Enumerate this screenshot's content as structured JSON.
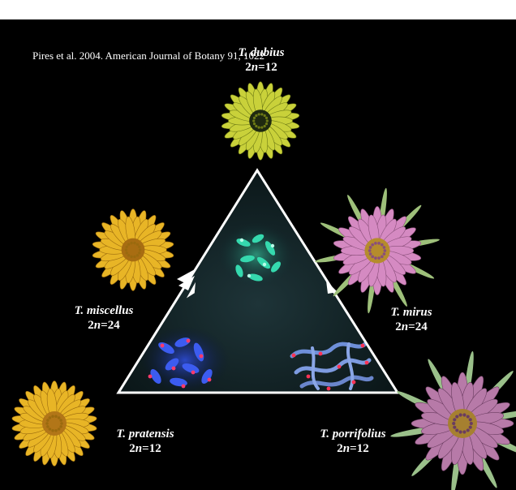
{
  "citation": "Pires et al. 2004. American Journal of Botany 91, 1022",
  "species": [
    {
      "name": "T. dubius",
      "ploidy_prefix": "2",
      "ploidy_var": "n",
      "ploidy_value": "=12"
    },
    {
      "name": "T. miscellus",
      "ploidy_prefix": "2",
      "ploidy_var": "n",
      "ploidy_value": "=24"
    },
    {
      "name": "T. mirus",
      "ploidy_prefix": "2",
      "ploidy_var": "n",
      "ploidy_value": "=24"
    },
    {
      "name": "T. pratensis",
      "ploidy_prefix": "2",
      "ploidy_var": "n",
      "ploidy_value": "=12"
    },
    {
      "name": "T. porrifolius",
      "ploidy_prefix": "2",
      "ploidy_var": "n",
      "ploidy_value": "=12"
    }
  ],
  "colors": {
    "background": "#000000",
    "text": "#ffffff",
    "yellow_flower": "#e8b526",
    "pale_yellow_flower": "#c9d13a",
    "pink_flower": "#d58ac2",
    "purple_flower": "#b77aa8",
    "chromosome_green": "#2ee3b0",
    "chromosome_blue": "#3a64ff",
    "chromosome_red": "#ff3355"
  }
}
